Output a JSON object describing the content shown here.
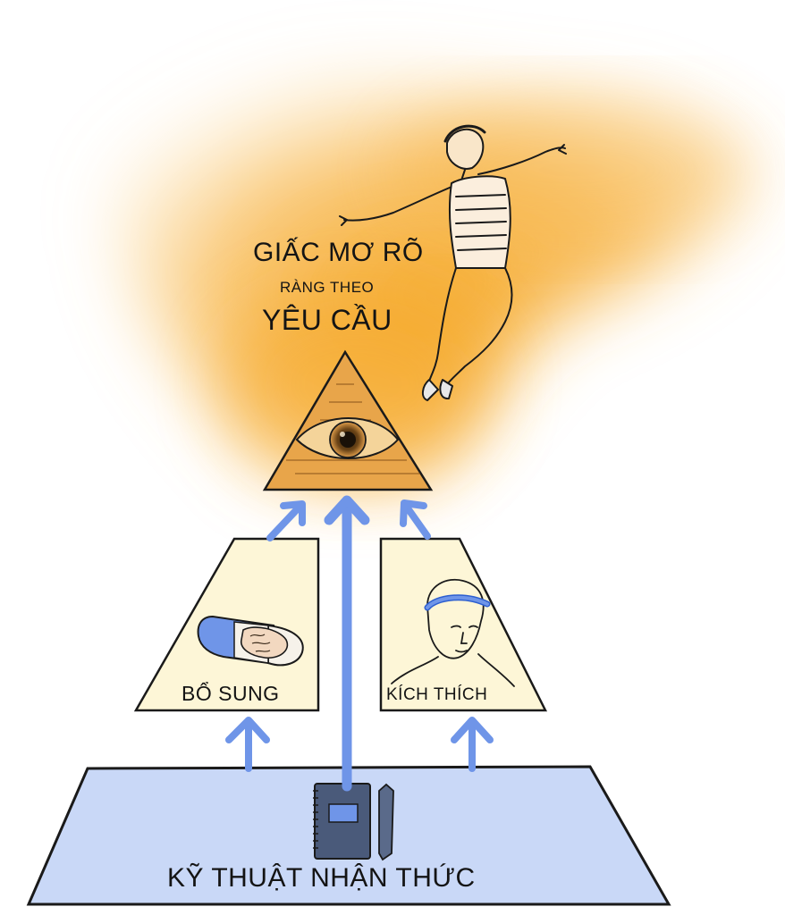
{
  "apex": {
    "title_line1": "GIẤC MƠ RÕ",
    "title_line2": "RÀNG THEO",
    "title_line3": "YÊU CẦU"
  },
  "left_panel": {
    "label": "BỔ SUNG"
  },
  "right_panel": {
    "label": "KÍCH THÍCH"
  },
  "base_panel": {
    "label": "KỸ THUẬT NHẬN THỨC"
  },
  "colors": {
    "glow": "#f5a623",
    "panel_cream": "#fdf6d7",
    "base_blue": "#c9d8f7",
    "arrow_blue": "#6f95e8",
    "ink": "#141414"
  }
}
